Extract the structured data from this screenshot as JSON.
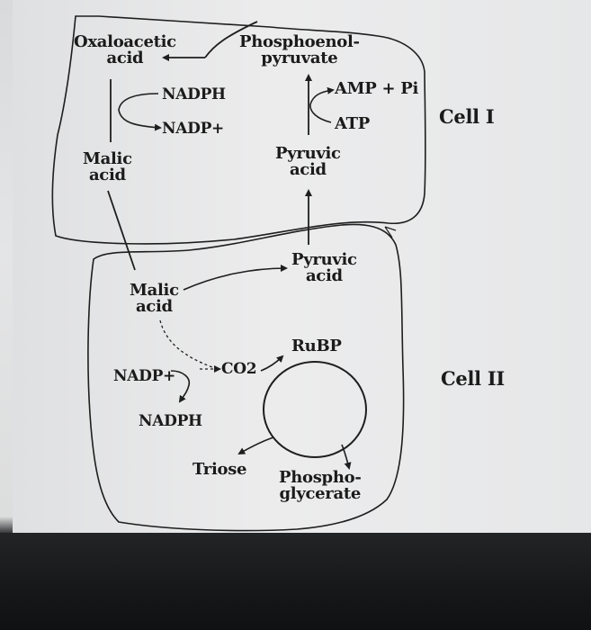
{
  "diagram": {
    "cell1_label": "Cell I",
    "cell2_label": "Cell II",
    "oxaloacetic": [
      "Oxaloacetic",
      "acid"
    ],
    "pep": [
      "Phosphoenol-",
      "pyruvate"
    ],
    "nadph_top": "NADPH",
    "nadp_top": "NADP+",
    "amp_pi": "AMP + Pi",
    "atp": "ATP",
    "malic_c1": [
      "Malic",
      "acid"
    ],
    "pyruvic_c1": [
      "Pyruvic",
      "acid"
    ],
    "pyruvic_c2": [
      "Pyruvic",
      "acid"
    ],
    "malic_c2": [
      "Malic",
      "acid"
    ],
    "rubp": "RuBP",
    "nadp_bottom": "NADP+",
    "co2": "CO2",
    "nadph_bottom": "NADPH",
    "triose": "Triose",
    "phosphoglycerate": [
      "Phospho-",
      "glycerate"
    ]
  }
}
